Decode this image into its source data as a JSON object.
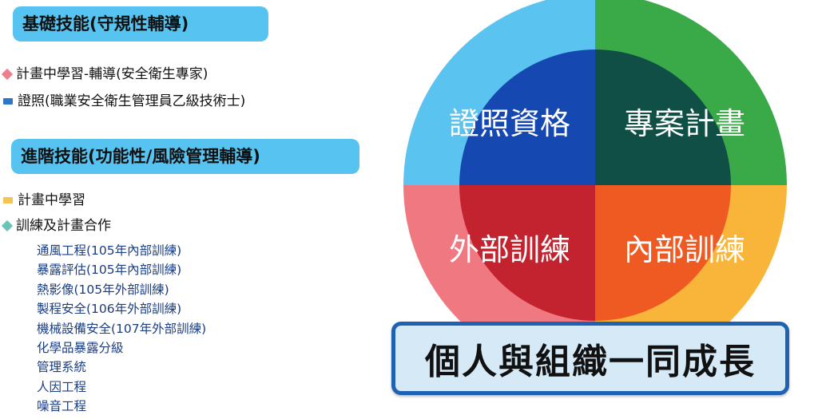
{
  "basic": {
    "title": "基礎技能(守規性輔導)",
    "items": [
      {
        "text": "計畫中學習-輔導(安全衛生專家)",
        "bullet": "diamond",
        "color": "#ef7d8c"
      },
      {
        "text": "證照(職業安全衛生管理員乙級技術士)",
        "bullet": "rect",
        "color": "#2e77c4"
      }
    ]
  },
  "advanced": {
    "title": "進階技能(功能性/風險管理輔導)",
    "items": [
      {
        "text": "計畫中學習",
        "bullet": "rect",
        "color": "#f6c453"
      },
      {
        "text": "訓練及計畫合作",
        "bullet": "diamond",
        "color": "#6cc5b4"
      }
    ],
    "training_list": [
      "通風工程(105年內部訓練)",
      "暴露評估(105年內部訓練)",
      "熱影像(105年外部訓練)",
      "製程安全(106年外部訓練)",
      "機械設備安全(107年外部訓練)",
      "化學品暴露分級",
      "管理系統",
      "人因工程",
      "噪音工程"
    ]
  },
  "quadrants": [
    {
      "label": "證照資格",
      "outer": "#5bc3ef",
      "inner": "#1648b2"
    },
    {
      "label": "專案計畫",
      "outer": "#3aaa48",
      "inner": "#0f4f45"
    },
    {
      "label": "外部訓練",
      "outer": "#f07881",
      "inner": "#c3232f"
    },
    {
      "label": "內部訓練",
      "outer": "#f9b53a",
      "inner": "#ee5a22"
    }
  ],
  "banner": "個人與組織一同成長"
}
